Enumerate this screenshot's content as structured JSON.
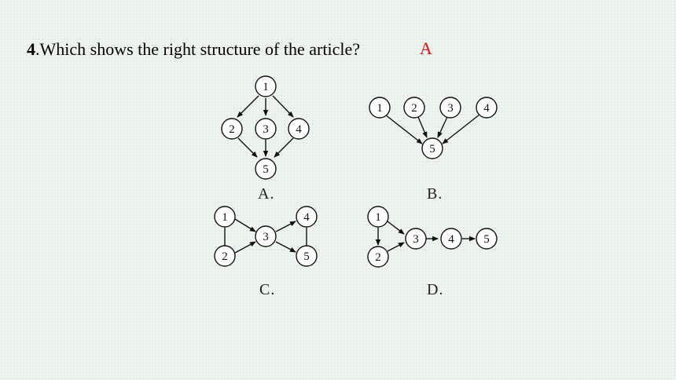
{
  "question": {
    "number": "4",
    "text": ".Which shows the right structure of the article?",
    "answer": "A"
  },
  "options": [
    {
      "label": "A.",
      "nodes": [
        "1",
        "2",
        "3",
        "4",
        "5"
      ]
    },
    {
      "label": "B.",
      "nodes": [
        "1",
        "2",
        "3",
        "4",
        "5"
      ]
    },
    {
      "label": "C.",
      "nodes": [
        "1",
        "2",
        "3",
        "4",
        "5"
      ]
    },
    {
      "label": "D.",
      "nodes": [
        "1",
        "2",
        "3",
        "4",
        "5"
      ]
    }
  ]
}
